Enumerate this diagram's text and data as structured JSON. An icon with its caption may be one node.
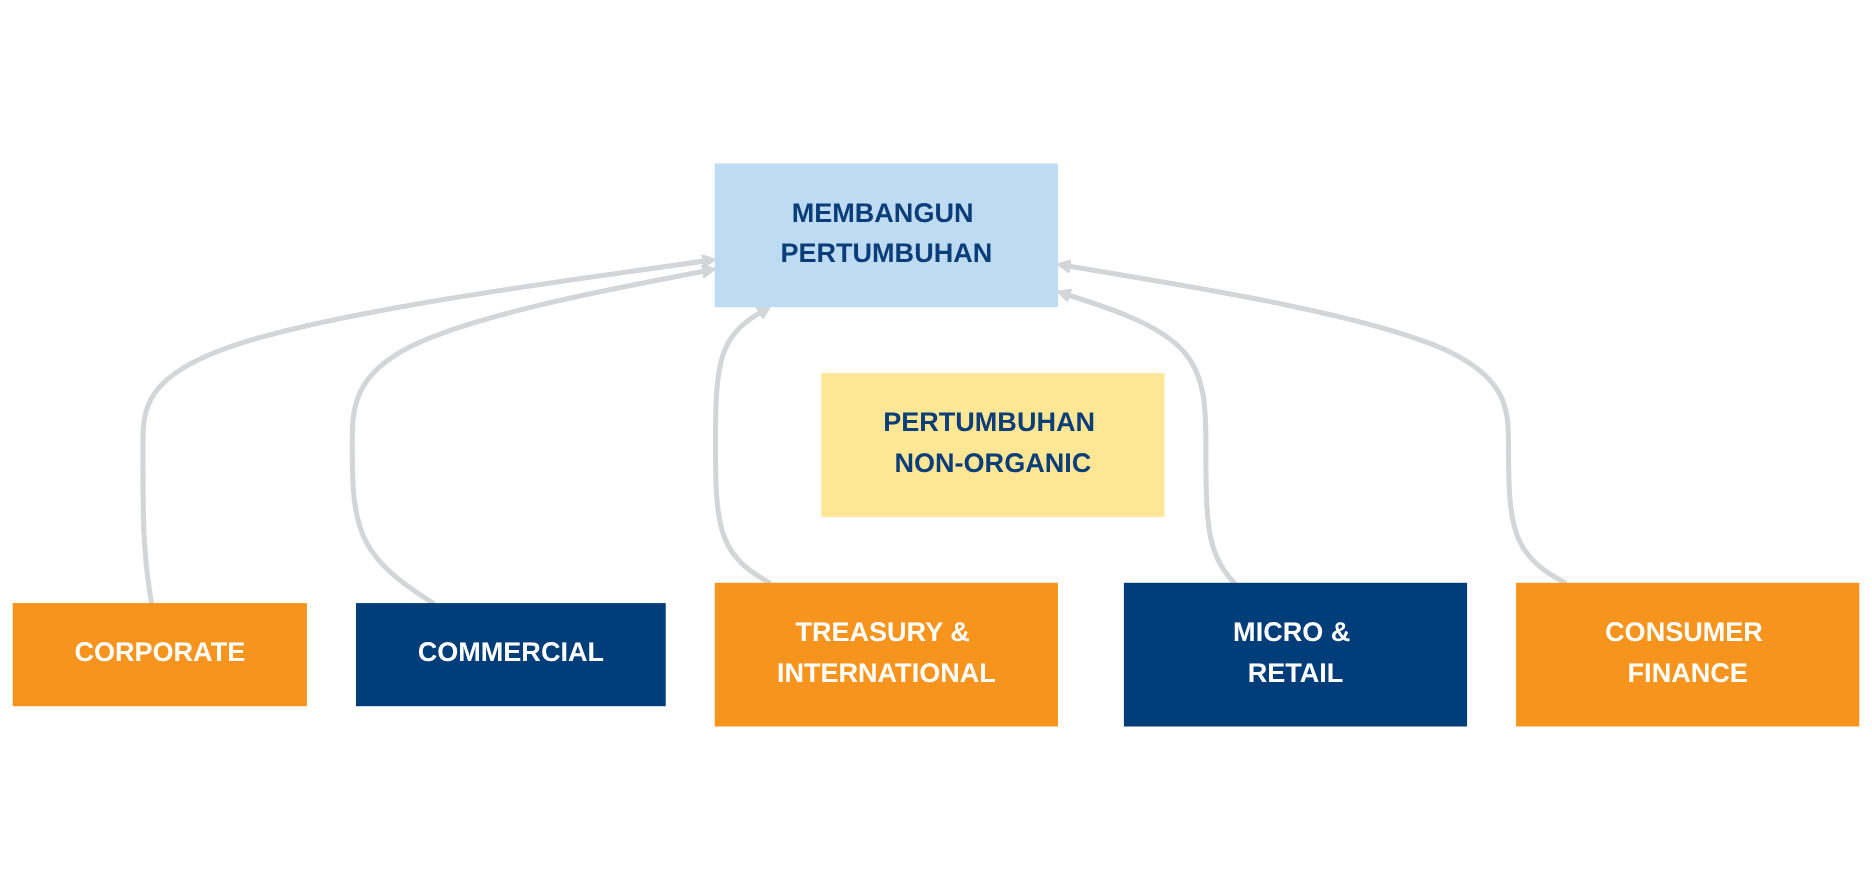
{
  "diagram": {
    "nodes": [
      {
        "text": [
          "MEMBANGUN PERTUMBUHAN"
        ]
      },
      {
        "text": [
          "PERTUMBUHAN NON-ORGANIC"
        ]
      },
      {
        "text": [
          "CORPORATE"
        ]
      },
      {
        "text": [
          "COMMERCIAL"
        ]
      },
      {
        "text": [
          "TREASURY & INTERNATIONAL"
        ]
      },
      {
        "text": [
          "MICRO & RETAIL"
        ]
      },
      {
        "text": [
          "CONSUMER FINANCE"
        ]
      }
    ],
    "edges": [
      {
        "from": 2,
        "to": 0,
        "arrow": "to"
      },
      {
        "from": 3,
        "to": 0,
        "arrow": "to"
      },
      {
        "from": 4,
        "to": 0,
        "arrow": "to"
      },
      {
        "from": 5,
        "to": 0,
        "arrow": "to"
      },
      {
        "from": 6,
        "to": 0,
        "arrow": "to"
      }
    ]
  }
}
